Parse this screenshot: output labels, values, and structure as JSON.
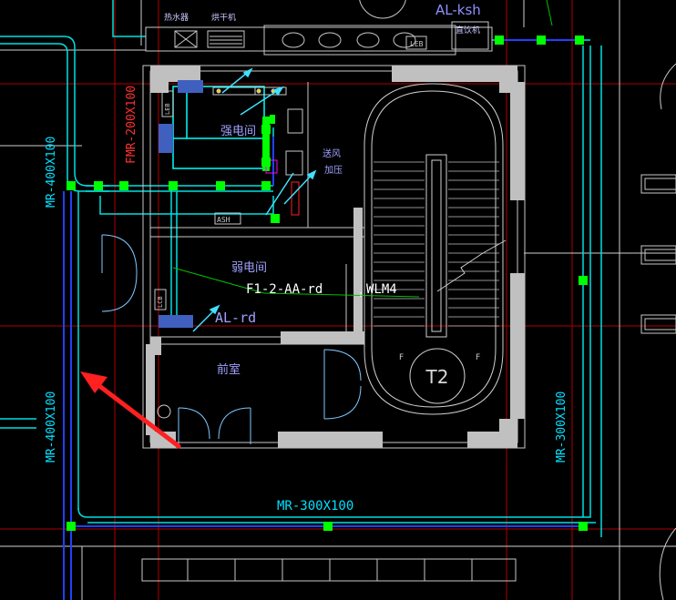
{
  "labels": {
    "ak_ksh": "AL-ksh",
    "fmr": "FMR-200X100",
    "mr400_top": "MR-400X100",
    "mr400_bottom": "MR-400X100",
    "mr300_bottom": "MR-300X100",
    "mr300_right": "MR-300X100",
    "strong_room": "强电间",
    "weak_room": "弱电间",
    "vestibule": "前室",
    "fresh_air": "送风",
    "pressure": "加压",
    "circuit": "F1-2-AA-rd",
    "wlm": "WLM4",
    "al_rd": "AL-rd",
    "stair": "T2",
    "leb_top": "LEB",
    "leb_left": "LEB",
    "leb_bottom": "LCB",
    "ash": "ASH",
    "boiler": "热水器",
    "dryer": "烘干机",
    "dispenser": "直饮机",
    "leb_sink": "LEB",
    "stair_f_left": "F",
    "stair_f_right": "F"
  },
  "colors": {
    "background": "#000000",
    "wall": "#c0c0c0",
    "cable_tray": "#00ffff",
    "blue_tray": "#2040ff",
    "node": "#00ff00",
    "axis": "#c00000",
    "text": "#a0a0ff",
    "arrow": "#ff2020"
  }
}
